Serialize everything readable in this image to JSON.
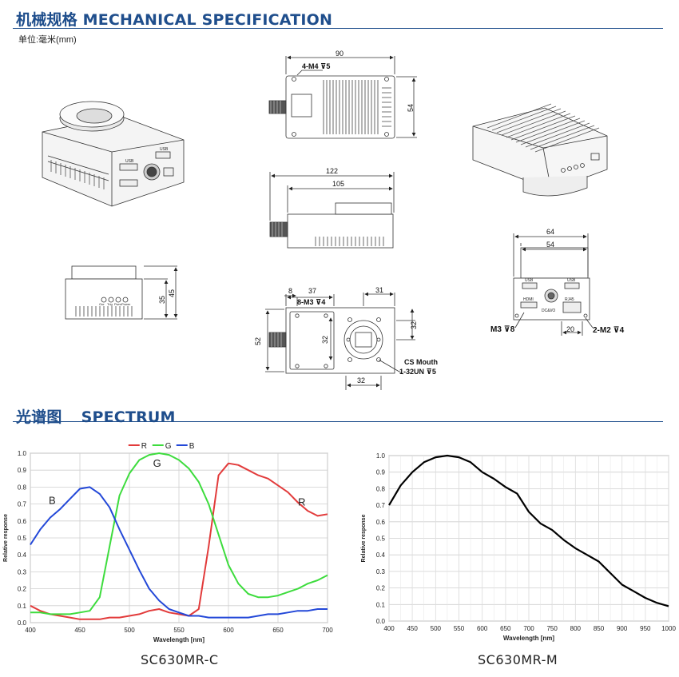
{
  "mechanical": {
    "title": "机械规格 MECHANICAL SPECIFICATION",
    "unit": "单位:毫米(mm)",
    "dims": {
      "top_width": "90",
      "top_hole": "4-M4 ⊽5",
      "top_height": "54",
      "side_total": "122",
      "side_body": "105",
      "back_width_total": "64",
      "back_width_body": "54",
      "back_m3": "M3 ⊽8",
      "back_20": "20",
      "back_m2": "2-M2 ⊽4",
      "front_h_total": "45",
      "front_h_body": "35",
      "bottom_8": "8",
      "bottom_37": "37",
      "bottom_31": "31",
      "bottom_8m3": "8-M3 ⊽4",
      "bottom_52": "52",
      "bottom_32_left": "32",
      "bottom_32_right": "32",
      "bottom_32_bottom": "32",
      "cs_mouth": "CS Mouth",
      "cs_thread": "1-32UN ⊽5"
    },
    "ports": {
      "usb": "USB",
      "hdmi": "HDMI",
      "rj45": "RJ45",
      "dcio": "DC&I/O",
      "front_labels": [
        "Oor",
        "Trig",
        "Pwm",
        "Power"
      ]
    }
  },
  "spectrum": {
    "title": "光谱图",
    "title_en": "SPECTRUM"
  },
  "chart_data": [
    {
      "type": "line",
      "caption": "SC630MR-C",
      "xlabel": "Wavelength [nm]",
      "ylabel": "Relative response",
      "xlim": [
        400,
        700
      ],
      "ylim": [
        0,
        1.0
      ],
      "xticks": [
        400,
        450,
        500,
        550,
        600,
        650,
        700
      ],
      "yticks": [
        0,
        0.1,
        0.2,
        0.3,
        0.4,
        0.5,
        0.6,
        0.7,
        0.8,
        0.9,
        1.0
      ],
      "grid": true,
      "legend": [
        "R",
        "G",
        "B"
      ],
      "legend_position": "top",
      "annotations": [
        {
          "text": "G",
          "x": 528,
          "y": 0.92
        },
        {
          "text": "B",
          "x": 422,
          "y": 0.7
        },
        {
          "text": "R",
          "x": 674,
          "y": 0.69
        }
      ],
      "x": [
        400,
        410,
        420,
        430,
        440,
        450,
        460,
        470,
        480,
        490,
        500,
        510,
        520,
        530,
        540,
        550,
        560,
        570,
        580,
        590,
        600,
        610,
        620,
        630,
        640,
        650,
        660,
        670,
        680,
        690,
        700
      ],
      "series": [
        {
          "name": "R",
          "color": "#e23b3b",
          "values": [
            0.1,
            0.07,
            0.05,
            0.04,
            0.03,
            0.02,
            0.02,
            0.02,
            0.03,
            0.03,
            0.04,
            0.05,
            0.07,
            0.08,
            0.06,
            0.05,
            0.04,
            0.08,
            0.45,
            0.87,
            0.94,
            0.93,
            0.9,
            0.87,
            0.85,
            0.81,
            0.77,
            0.71,
            0.66,
            0.63,
            0.64
          ]
        },
        {
          "name": "G",
          "color": "#3ddc3d",
          "values": [
            0.06,
            0.06,
            0.05,
            0.05,
            0.05,
            0.06,
            0.07,
            0.15,
            0.45,
            0.75,
            0.88,
            0.96,
            0.99,
            1.0,
            0.99,
            0.96,
            0.91,
            0.83,
            0.7,
            0.52,
            0.34,
            0.23,
            0.17,
            0.15,
            0.15,
            0.16,
            0.18,
            0.2,
            0.23,
            0.25,
            0.28
          ]
        },
        {
          "name": "B",
          "color": "#2348d8",
          "values": [
            0.46,
            0.55,
            0.62,
            0.67,
            0.73,
            0.79,
            0.8,
            0.76,
            0.68,
            0.55,
            0.43,
            0.31,
            0.2,
            0.13,
            0.08,
            0.06,
            0.04,
            0.04,
            0.03,
            0.03,
            0.03,
            0.03,
            0.03,
            0.04,
            0.05,
            0.05,
            0.06,
            0.07,
            0.07,
            0.08,
            0.08
          ]
        }
      ]
    },
    {
      "type": "line",
      "caption": "SC630MR-M",
      "xlabel": "Wavelength [nm]",
      "ylabel": "Relative response",
      "xlim": [
        400,
        1000
      ],
      "ylim": [
        0,
        1.0
      ],
      "xticks": [
        400,
        450,
        500,
        550,
        600,
        650,
        700,
        750,
        800,
        850,
        900,
        950,
        1000
      ],
      "yticks": [
        0,
        0.1,
        0.2,
        0.3,
        0.4,
        0.5,
        0.6,
        0.7,
        0.8,
        0.9,
        1.0
      ],
      "grid": true,
      "x": [
        400,
        425,
        450,
        475,
        500,
        525,
        550,
        575,
        600,
        625,
        650,
        675,
        700,
        725,
        750,
        775,
        800,
        825,
        850,
        875,
        900,
        925,
        950,
        975,
        1000
      ],
      "series": [
        {
          "color": "#000000",
          "values": [
            0.7,
            0.82,
            0.9,
            0.96,
            0.99,
            1.0,
            0.99,
            0.96,
            0.9,
            0.86,
            0.81,
            0.77,
            0.66,
            0.59,
            0.55,
            0.49,
            0.44,
            0.4,
            0.36,
            0.29,
            0.22,
            0.18,
            0.14,
            0.11,
            0.09
          ]
        }
      ]
    }
  ]
}
